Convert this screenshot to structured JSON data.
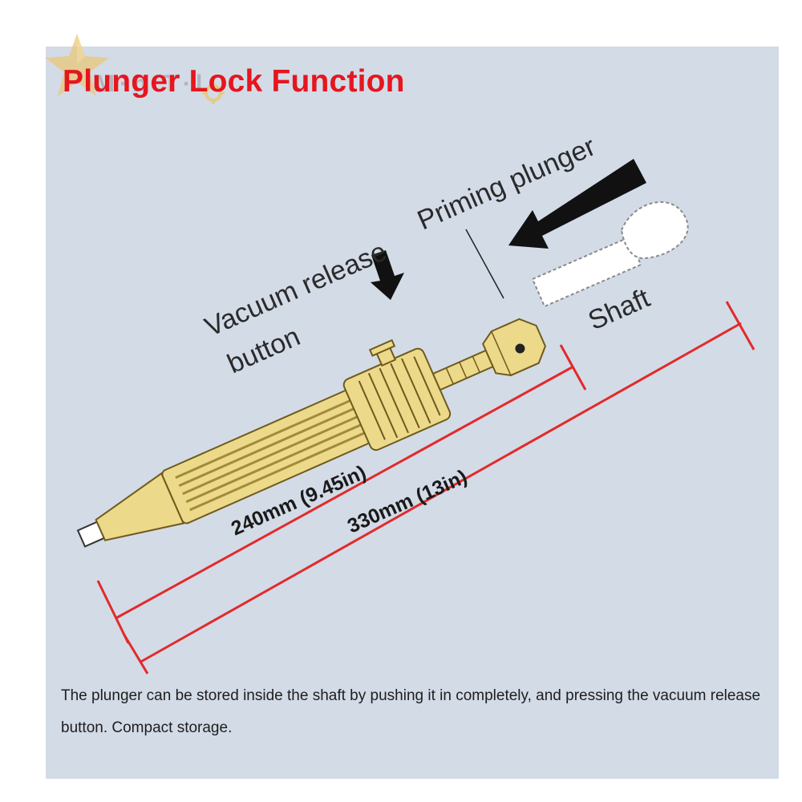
{
  "title": "Plunger Lock Function",
  "logo_text": "M·n T·l",
  "labels": {
    "vacuum_release_button_line1": "Vacuum release",
    "vacuum_release_button_line2": "button",
    "priming_plunger": "Priming plunger",
    "shaft": "Shaft",
    "dim_short": "240mm (9.45in)",
    "dim_long": "330mm (13in)"
  },
  "description": "The plunger can be stored inside the shaft by pushing it in completely, and pressing the vacuum release button. Compact storage.",
  "colors": {
    "panel_bg": "#d3dbe7",
    "title_red": "#e5161e",
    "dimension_red": "#e22a2a",
    "body_gold": "#ecd98a",
    "body_stroke": "#6f5a1d",
    "arrow_black": "#111111"
  },
  "icons": [
    "star-logo-icon",
    "gear-logo-icon",
    "push-arrow-icon",
    "press-arrow-icon"
  ]
}
